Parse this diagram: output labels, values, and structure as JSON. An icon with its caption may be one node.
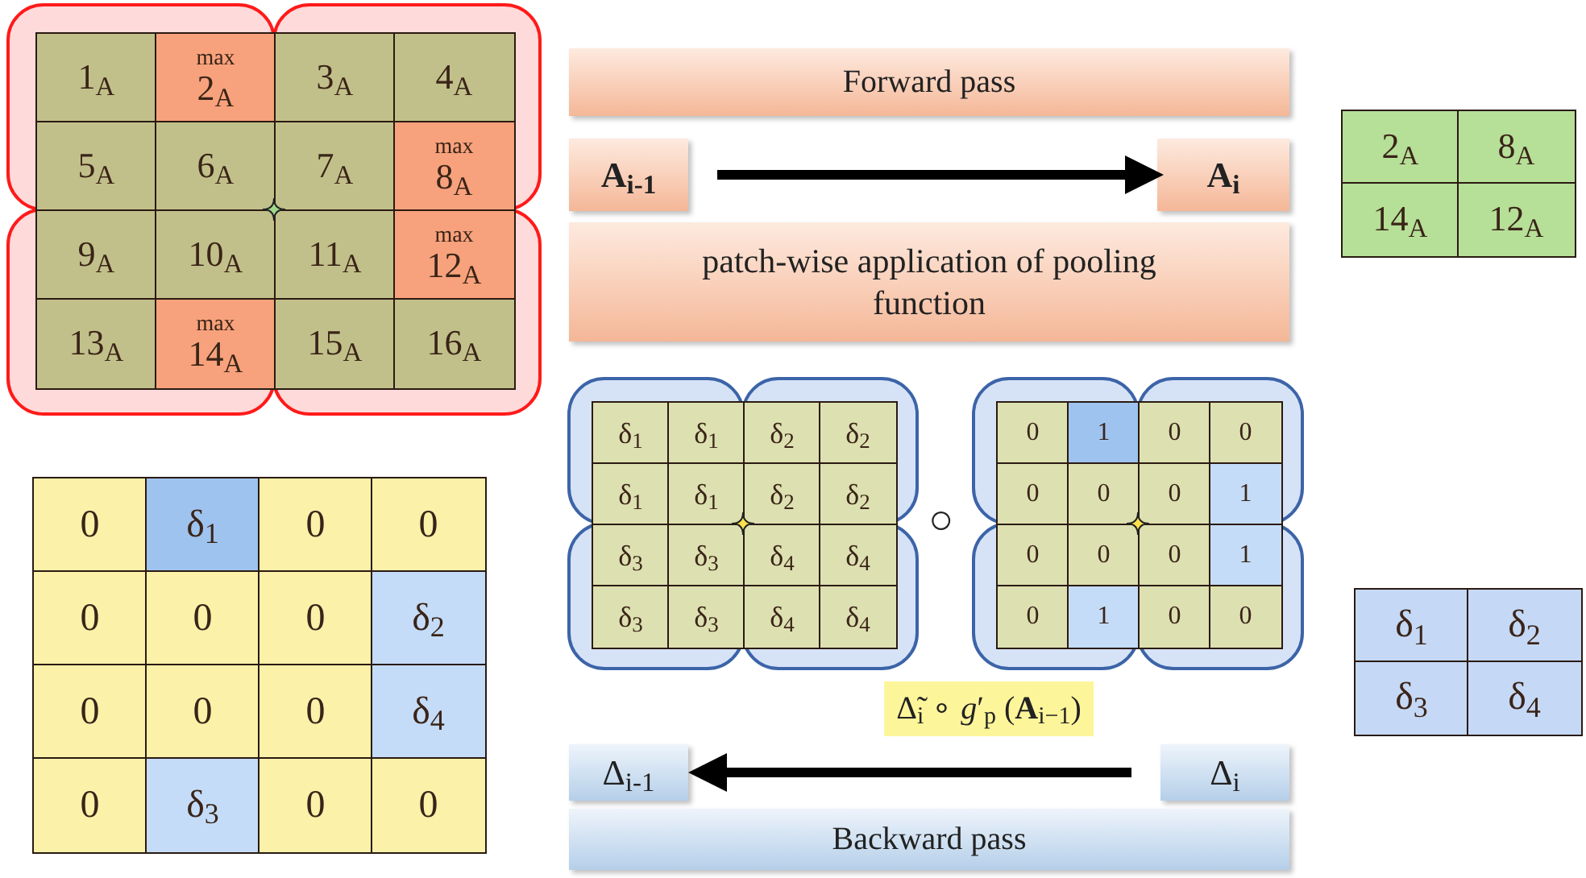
{
  "diagram": {
    "nodes": [
      {
        "text": [
          "Forward pass"
        ]
      },
      {
        "text": [
          "A$_{i-1}$"
        ]
      },
      {
        "text": [
          "A$_{i}$"
        ]
      },
      {
        "text": [
          "patch-wise application of pooling function"
        ]
      },
      {
        "text": [
          "Δ$_{i-1}$"
        ]
      },
      {
        "text": [
          "Δ$_{i}$"
        ]
      },
      {
        "text": [
          "Backward pass"
        ]
      }
    ],
    "edges": [
      {
        "from": 1,
        "to": 2,
        "arrow": "to"
      },
      {
        "from": 5,
        "to": 4,
        "arrow": "to",
        "label": "Δ̃$_{i}$ ∘ *g*′$_{p}$ (**A**$_{i−1}$)"
      }
    ],
    "labels": [
      "1$_{A}$",
      "max",
      "2$_{A}$",
      "3$_{A}$",
      "4$_{A}$",
      "5$_{A}$",
      "6$_{A}$",
      "7$_{A}$",
      "max",
      "8$_{A}$",
      "9$_{A}$",
      "10$_{A}$",
      "11$_{A}$",
      "max",
      "12$_{A}$",
      "13$_{A}$",
      "max",
      "14$_{A}$",
      "15$_{A}$",
      "16$_{A}$",
      "2$_{A}$",
      "8$_{A}$",
      "14$_{A}$",
      "12$_{A}$",
      "0",
      "δ$_{1}$",
      "0",
      "0",
      "0",
      "0",
      "0",
      "δ$_{2}$",
      "0",
      "0",
      "0",
      "δ$_{4}$",
      "0",
      "δ$_{3}$",
      "0",
      "0",
      "δ$_{1}$",
      "δ$_{1}$",
      "δ$_{2}$",
      "δ$_{2}$",
      "δ$_{1}$",
      "δ$_{1}$",
      "δ$_{2}$",
      "δ$_{2}$",
      "δ$_{3}$",
      "δ$_{3}$",
      "δ$_{4}$",
      "δ$_{4}$",
      "δ$_{3}$",
      "δ$_{3}$",
      "δ$_{4}$",
      "δ$_{4}$",
      "○",
      "0",
      "1",
      "0",
      "0",
      "0",
      "0",
      "0",
      "1",
      "0",
      "0",
      "0",
      "1",
      "0",
      "1",
      "0",
      "0",
      "δ$_{1}$",
      "δ$_{2}$",
      "δ$_{3}$",
      "δ$_{4}$"
    ]
  }
}
